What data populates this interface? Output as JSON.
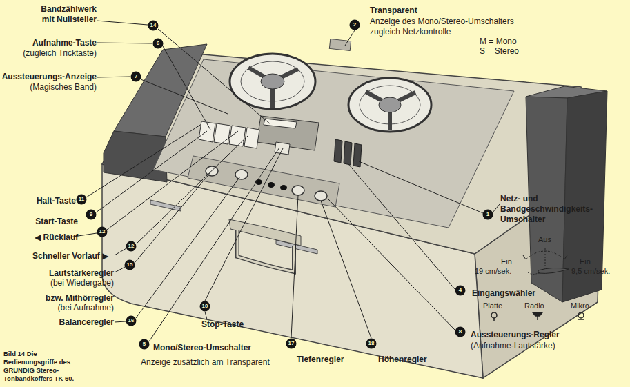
{
  "diagram": {
    "caption": "Bild 14 Die Bedienungsgriffe des GRUNDIG Stereo-Tonbandkoffers TK 60.",
    "nodes": [
      {
        "text": [
          "14"
        ]
      },
      {
        "text": [
          "2"
        ]
      },
      {
        "text": [
          "6"
        ]
      },
      {
        "text": [
          "7"
        ]
      },
      {
        "text": [
          "11"
        ]
      },
      {
        "text": [
          "9"
        ]
      },
      {
        "text": [
          "12"
        ]
      },
      {
        "text": [
          "1"
        ]
      },
      {
        "text": [
          "12"
        ]
      },
      {
        "text": [
          "15"
        ]
      },
      {
        "text": [
          "4"
        ]
      },
      {
        "text": [
          "10"
        ]
      },
      {
        "text": [
          "16"
        ]
      },
      {
        "text": [
          "8"
        ]
      },
      {
        "text": [
          "5"
        ]
      },
      {
        "text": [
          "17"
        ]
      },
      {
        "text": [
          "18"
        ]
      }
    ],
    "labels": [
      "Bandzählwerk mit Nullsteller",
      "Aufnahme-Taste",
      "(zugleich Tricktaste)",
      "Aussteuerungs-Anzeige",
      "(Magisches Band)",
      "Transparent",
      "Anzeige des Mono/Stereo-Umschalters zugleich Netzkontrolle",
      "M = Mono",
      "S = Stereo",
      "Halt-Taste",
      "Start-Taste",
      "◀ Rücklauf",
      "Schneller Vorlauf ▶",
      "Lautstärkeregler",
      "(bei Wiedergabe)",
      "bzw. Mithörregler",
      "(bei Aufnahme)",
      "Balanceregler",
      "Stop-Taste",
      "Mono/Stereo-Umschalter",
      "Anzeige zusätzlich am Transparent",
      "Tiefenregler",
      "Höhenregler",
      "Netz- und Bandgeschwindigkeits- Umschalter",
      "Aus",
      "Ein",
      "Ein",
      "19 cm/sek.",
      "9,5 cm/sek.",
      "Eingangswähler",
      "Platte",
      "Radio",
      "Mikro",
      "Aussteuerungs-Regler",
      "(Aufnahme-Lautstärke)"
    ]
  }
}
